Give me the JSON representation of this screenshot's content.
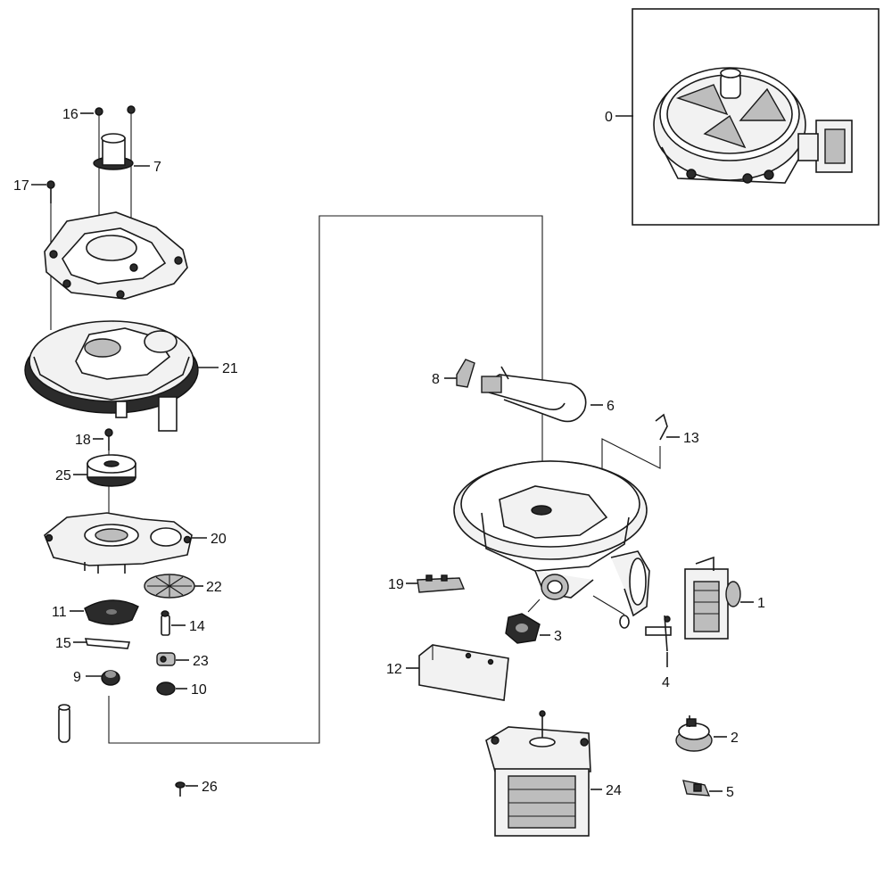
{
  "callouts": [
    {
      "id": "c0",
      "text": "0"
    },
    {
      "id": "c1",
      "text": "1"
    },
    {
      "id": "c2",
      "text": "2"
    },
    {
      "id": "c3",
      "text": "3"
    },
    {
      "id": "c4",
      "text": "4"
    },
    {
      "id": "c5",
      "text": "5"
    },
    {
      "id": "c6",
      "text": "6"
    },
    {
      "id": "c7",
      "text": "7"
    },
    {
      "id": "c8",
      "text": "8"
    },
    {
      "id": "c9",
      "text": "9"
    },
    {
      "id": "c10",
      "text": "10"
    },
    {
      "id": "c11",
      "text": "11"
    },
    {
      "id": "c12",
      "text": "12"
    },
    {
      "id": "c13",
      "text": "13"
    },
    {
      "id": "c14",
      "text": "14"
    },
    {
      "id": "c15",
      "text": "15"
    },
    {
      "id": "c16",
      "text": "16"
    },
    {
      "id": "c17",
      "text": "17"
    },
    {
      "id": "c18",
      "text": "18"
    },
    {
      "id": "c19",
      "text": "19"
    },
    {
      "id": "c20",
      "text": "20"
    },
    {
      "id": "c21",
      "text": "21"
    },
    {
      "id": "c22",
      "text": "22"
    },
    {
      "id": "c23",
      "text": "23"
    },
    {
      "id": "c24",
      "text": "24"
    },
    {
      "id": "c25",
      "text": "25"
    },
    {
      "id": "c26",
      "text": "26"
    }
  ]
}
